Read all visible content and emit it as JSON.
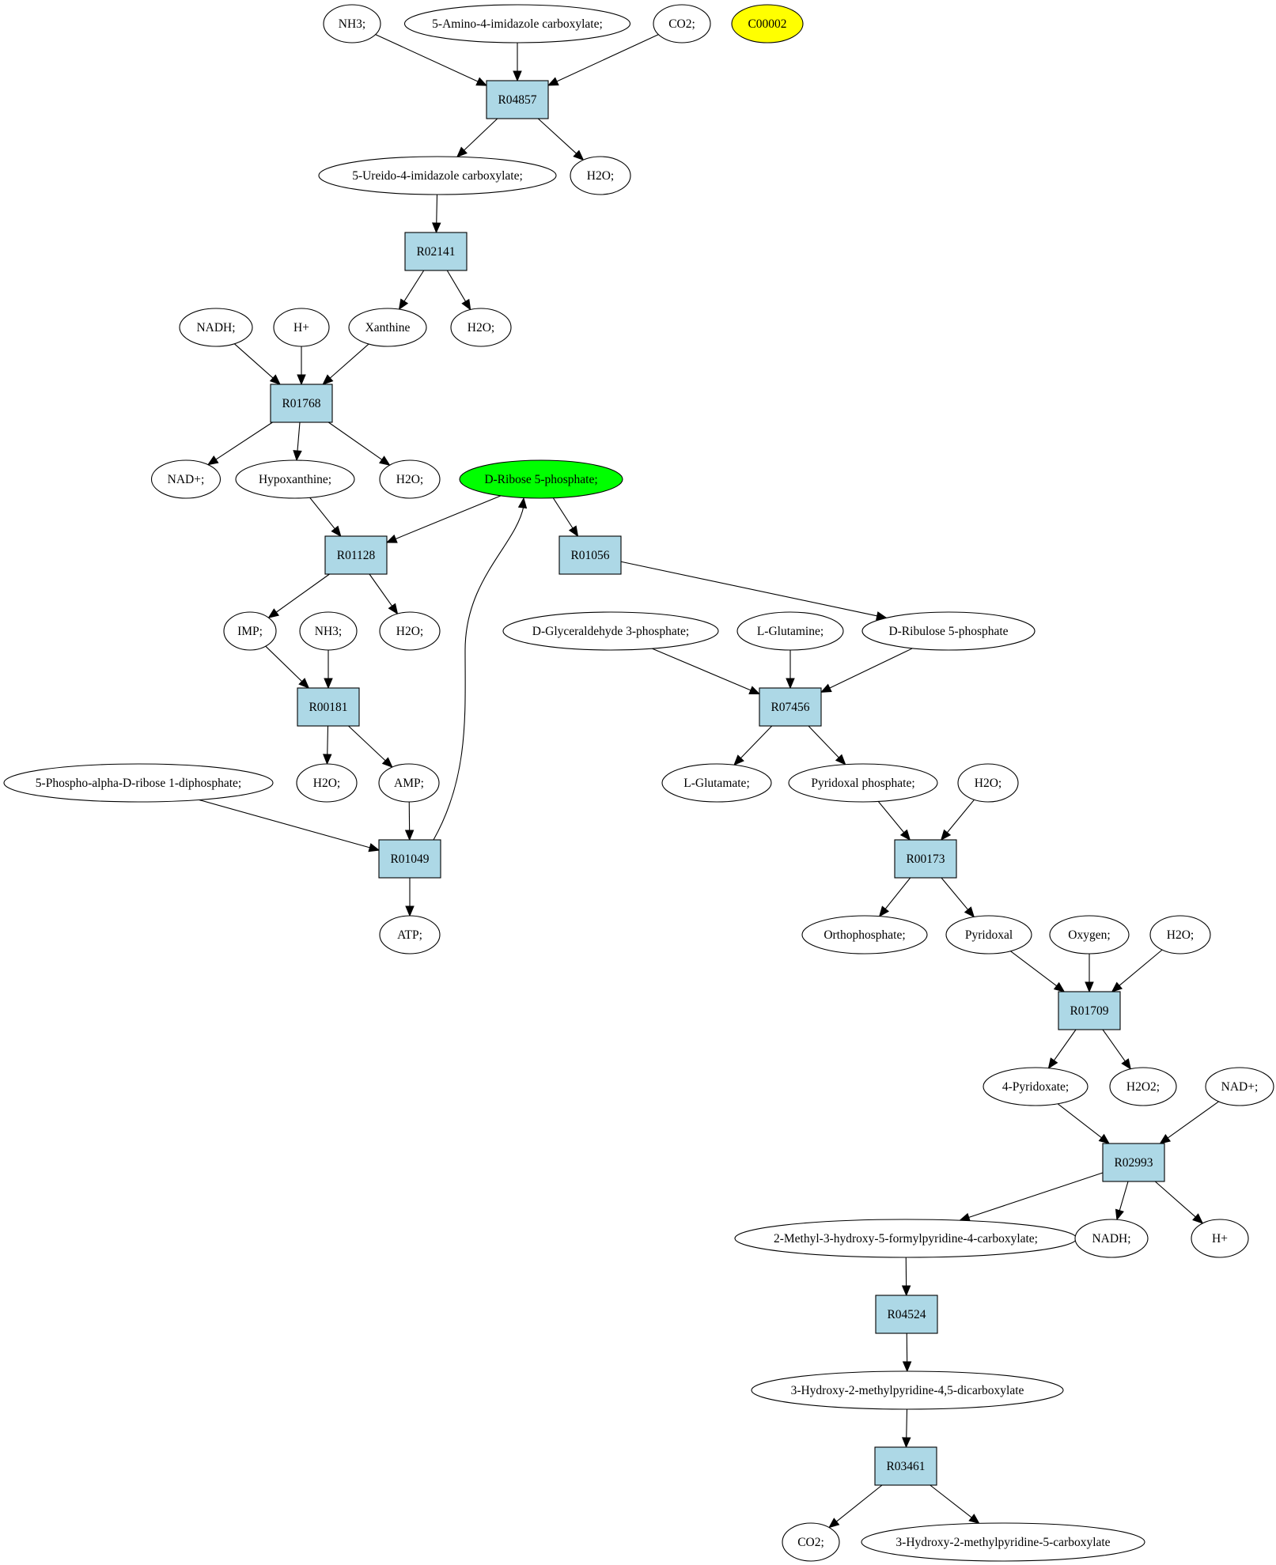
{
  "colors": {
    "reaction_fill": "#add8e6",
    "compound_fill": "#ffffff",
    "source_fill": "#ffff00",
    "target_fill": "#00ff00",
    "stroke": "#000000"
  },
  "nodes": [
    {
      "id": "nh3_a",
      "label": "NH3;",
      "kind": "compound"
    },
    {
      "id": "aica",
      "label": "5-Amino-4-imidazole carboxylate;",
      "kind": "compound"
    },
    {
      "id": "co2_a",
      "label": "CO2;",
      "kind": "compound"
    },
    {
      "id": "c00002",
      "label": "C00002",
      "kind": "source"
    },
    {
      "id": "R04857",
      "label": "R04857",
      "kind": "reaction"
    },
    {
      "id": "ureido",
      "label": "5-Ureido-4-imidazole carboxylate;",
      "kind": "compound"
    },
    {
      "id": "h2o_a",
      "label": "H2O;",
      "kind": "compound"
    },
    {
      "id": "R02141",
      "label": "R02141",
      "kind": "reaction"
    },
    {
      "id": "nadh_a",
      "label": "NADH;",
      "kind": "compound"
    },
    {
      "id": "hplus_a",
      "label": "H+",
      "kind": "compound"
    },
    {
      "id": "xanthine",
      "label": "Xanthine",
      "kind": "compound"
    },
    {
      "id": "h2o_b",
      "label": "H2O;",
      "kind": "compound"
    },
    {
      "id": "R01768",
      "label": "R01768",
      "kind": "reaction"
    },
    {
      "id": "nadp_a",
      "label": "NAD+;",
      "kind": "compound"
    },
    {
      "id": "hypox",
      "label": "Hypoxanthine;",
      "kind": "compound"
    },
    {
      "id": "h2o_c",
      "label": "H2O;",
      "kind": "compound"
    },
    {
      "id": "r5p",
      "label": "D-Ribose 5-phosphate;",
      "kind": "target"
    },
    {
      "id": "R01128",
      "label": "R01128",
      "kind": "reaction"
    },
    {
      "id": "R01056",
      "label": "R01056",
      "kind": "reaction"
    },
    {
      "id": "imp",
      "label": "IMP;",
      "kind": "compound"
    },
    {
      "id": "nh3_b",
      "label": "NH3;",
      "kind": "compound"
    },
    {
      "id": "h2o_d",
      "label": "H2O;",
      "kind": "compound"
    },
    {
      "id": "g3p",
      "label": "D-Glyceraldehyde 3-phosphate;",
      "kind": "compound"
    },
    {
      "id": "lgln",
      "label": "L-Glutamine;",
      "kind": "compound"
    },
    {
      "id": "ru5p",
      "label": "D-Ribulose 5-phosphate",
      "kind": "compound"
    },
    {
      "id": "R00181",
      "label": "R00181",
      "kind": "reaction"
    },
    {
      "id": "R07456",
      "label": "R07456",
      "kind": "reaction"
    },
    {
      "id": "prpp",
      "label": "5-Phospho-alpha-D-ribose 1-diphosphate;",
      "kind": "compound"
    },
    {
      "id": "h2o_e",
      "label": "H2O;",
      "kind": "compound"
    },
    {
      "id": "amp",
      "label": "AMP;",
      "kind": "compound"
    },
    {
      "id": "lglu",
      "label": "L-Glutamate;",
      "kind": "compound"
    },
    {
      "id": "plp",
      "label": "Pyridoxal phosphate;",
      "kind": "compound"
    },
    {
      "id": "h2o_f",
      "label": "H2O;",
      "kind": "compound"
    },
    {
      "id": "R01049",
      "label": "R01049",
      "kind": "reaction"
    },
    {
      "id": "R00173",
      "label": "R00173",
      "kind": "reaction"
    },
    {
      "id": "atp",
      "label": "ATP;",
      "kind": "compound"
    },
    {
      "id": "orthop",
      "label": "Orthophosphate;",
      "kind": "compound"
    },
    {
      "id": "pyridoxal",
      "label": "Pyridoxal",
      "kind": "compound"
    },
    {
      "id": "oxygen",
      "label": "Oxygen;",
      "kind": "compound"
    },
    {
      "id": "h2o_g",
      "label": "H2O;",
      "kind": "compound"
    },
    {
      "id": "R01709",
      "label": "R01709",
      "kind": "reaction"
    },
    {
      "id": "pyridoxate",
      "label": "4-Pyridoxate;",
      "kind": "compound"
    },
    {
      "id": "h2o2",
      "label": "H2O2;",
      "kind": "compound"
    },
    {
      "id": "nadp_b",
      "label": "NAD+;",
      "kind": "compound"
    },
    {
      "id": "R02993",
      "label": "R02993",
      "kind": "reaction"
    },
    {
      "id": "mhfp",
      "label": "2-Methyl-3-hydroxy-5-formylpyridine-4-carboxylate;",
      "kind": "compound"
    },
    {
      "id": "nadh_b",
      "label": "NADH;",
      "kind": "compound"
    },
    {
      "id": "hplus_b",
      "label": "H+",
      "kind": "compound"
    },
    {
      "id": "R04524",
      "label": "R04524",
      "kind": "reaction"
    },
    {
      "id": "hmpdc",
      "label": "3-Hydroxy-2-methylpyridine-4,5-dicarboxylate",
      "kind": "compound"
    },
    {
      "id": "R03461",
      "label": "R03461",
      "kind": "reaction"
    },
    {
      "id": "co2_b",
      "label": "CO2;",
      "kind": "compound"
    },
    {
      "id": "hmpc",
      "label": "3-Hydroxy-2-methylpyridine-5-carboxylate",
      "kind": "compound"
    }
  ],
  "edges": [
    {
      "from": "nh3_a",
      "to": "R04857"
    },
    {
      "from": "aica",
      "to": "R04857"
    },
    {
      "from": "co2_a",
      "to": "R04857"
    },
    {
      "from": "R04857",
      "to": "ureido"
    },
    {
      "from": "R04857",
      "to": "h2o_a"
    },
    {
      "from": "ureido",
      "to": "R02141"
    },
    {
      "from": "R02141",
      "to": "xanthine"
    },
    {
      "from": "R02141",
      "to": "h2o_b"
    },
    {
      "from": "nadh_a",
      "to": "R01768"
    },
    {
      "from": "hplus_a",
      "to": "R01768"
    },
    {
      "from": "xanthine",
      "to": "R01768"
    },
    {
      "from": "R01768",
      "to": "nadp_a"
    },
    {
      "from": "R01768",
      "to": "hypox"
    },
    {
      "from": "R01768",
      "to": "h2o_c"
    },
    {
      "from": "hypox",
      "to": "R01128"
    },
    {
      "from": "r5p",
      "to": "R01128"
    },
    {
      "from": "r5p",
      "to": "R01056"
    },
    {
      "from": "R01128",
      "to": "imp"
    },
    {
      "from": "R01128",
      "to": "h2o_d"
    },
    {
      "from": "R01056",
      "to": "ru5p"
    },
    {
      "from": "imp",
      "to": "R00181"
    },
    {
      "from": "nh3_b",
      "to": "R00181"
    },
    {
      "from": "R00181",
      "to": "h2o_e"
    },
    {
      "from": "R00181",
      "to": "amp"
    },
    {
      "from": "g3p",
      "to": "R07456"
    },
    {
      "from": "lgln",
      "to": "R07456"
    },
    {
      "from": "ru5p",
      "to": "R07456"
    },
    {
      "from": "R07456",
      "to": "lglu"
    },
    {
      "from": "R07456",
      "to": "plp"
    },
    {
      "from": "prpp",
      "to": "R01049"
    },
    {
      "from": "amp",
      "to": "R01049"
    },
    {
      "from": "R01049",
      "to": "atp"
    },
    {
      "from": "R01049",
      "to": "r5p",
      "curved": true
    },
    {
      "from": "plp",
      "to": "R00173"
    },
    {
      "from": "h2o_f",
      "to": "R00173"
    },
    {
      "from": "R00173",
      "to": "orthop"
    },
    {
      "from": "R00173",
      "to": "pyridoxal"
    },
    {
      "from": "pyridoxal",
      "to": "R01709"
    },
    {
      "from": "oxygen",
      "to": "R01709"
    },
    {
      "from": "h2o_g",
      "to": "R01709"
    },
    {
      "from": "R01709",
      "to": "pyridoxate"
    },
    {
      "from": "R01709",
      "to": "h2o2"
    },
    {
      "from": "pyridoxate",
      "to": "R02993"
    },
    {
      "from": "nadp_b",
      "to": "R02993"
    },
    {
      "from": "R02993",
      "to": "mhfp"
    },
    {
      "from": "R02993",
      "to": "nadh_b"
    },
    {
      "from": "R02993",
      "to": "hplus_b"
    },
    {
      "from": "mhfp",
      "to": "R04524"
    },
    {
      "from": "R04524",
      "to": "hmpdc"
    },
    {
      "from": "hmpdc",
      "to": "R03461"
    },
    {
      "from": "R03461",
      "to": "co2_b"
    },
    {
      "from": "R03461",
      "to": "hmpc"
    }
  ]
}
